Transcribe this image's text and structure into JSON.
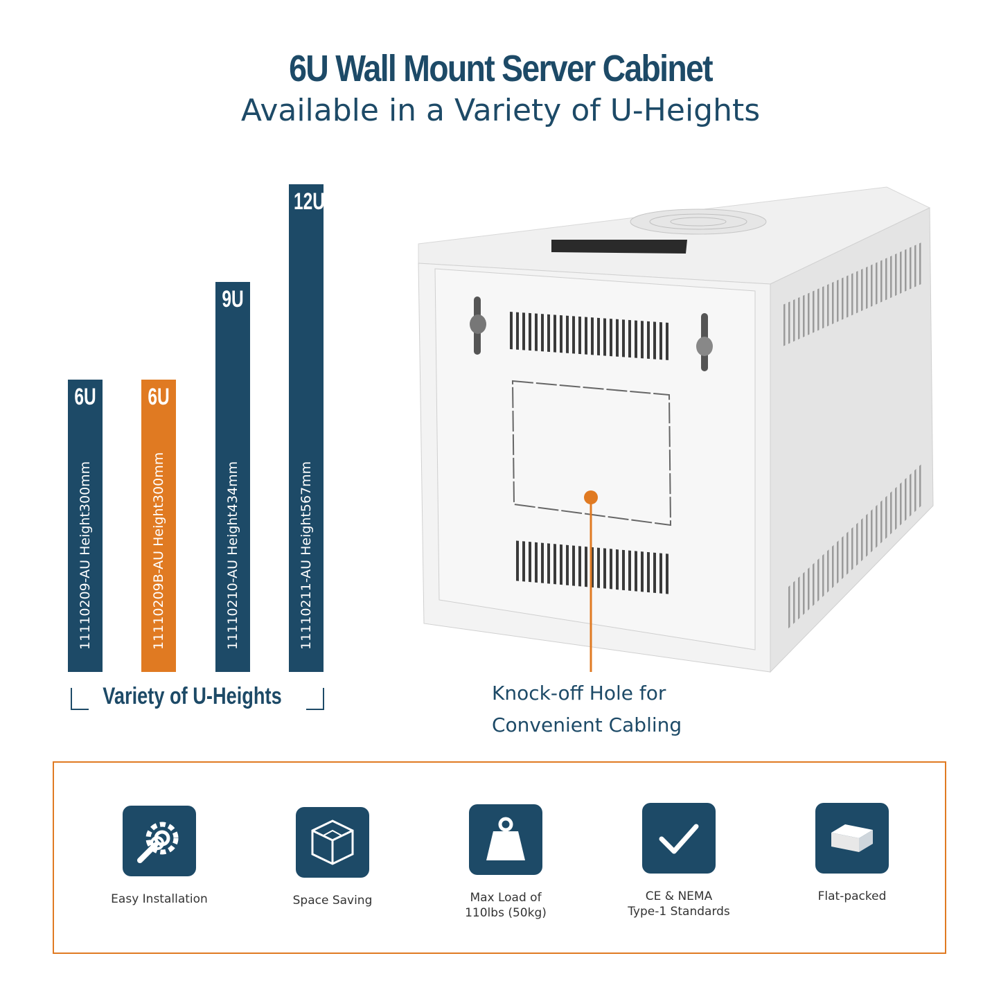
{
  "header": {
    "title": "6U Wall Mount Server Cabinet",
    "subtitle": "Available in a Variety of U-Heights"
  },
  "variants": [
    {
      "size": "6U",
      "label": "11110209-AU  Height300mm",
      "height_mm": 300,
      "highlight": false
    },
    {
      "size": "6U",
      "label": "11110209B-AU  Height300mm",
      "height_mm": 300,
      "highlight": true
    },
    {
      "size": "9U",
      "label": "11110210-AU  Height434mm",
      "height_mm": 434,
      "highlight": false
    },
    {
      "size": "12U",
      "label": "11110211-AU  Height567mm",
      "height_mm": 567,
      "highlight": false
    }
  ],
  "variety_label": "Variety of U-Heights",
  "callout": {
    "line1": "Knock-off Hole for",
    "line2": "Convenient Cabling"
  },
  "features": [
    {
      "icon": "gear-wrench-icon",
      "label": "Easy Installation"
    },
    {
      "icon": "cube-icon",
      "label": "Space Saving"
    },
    {
      "icon": "weight-icon",
      "label": "Max Load of\n110lbs (50kg)"
    },
    {
      "icon": "checkmark-icon",
      "label": "CE & NEMA\nType-1 Standards"
    },
    {
      "icon": "flat-box-icon",
      "label": "Flat-packed"
    }
  ],
  "colors": {
    "primary": "#1d4a67",
    "accent": "#e07a22"
  }
}
